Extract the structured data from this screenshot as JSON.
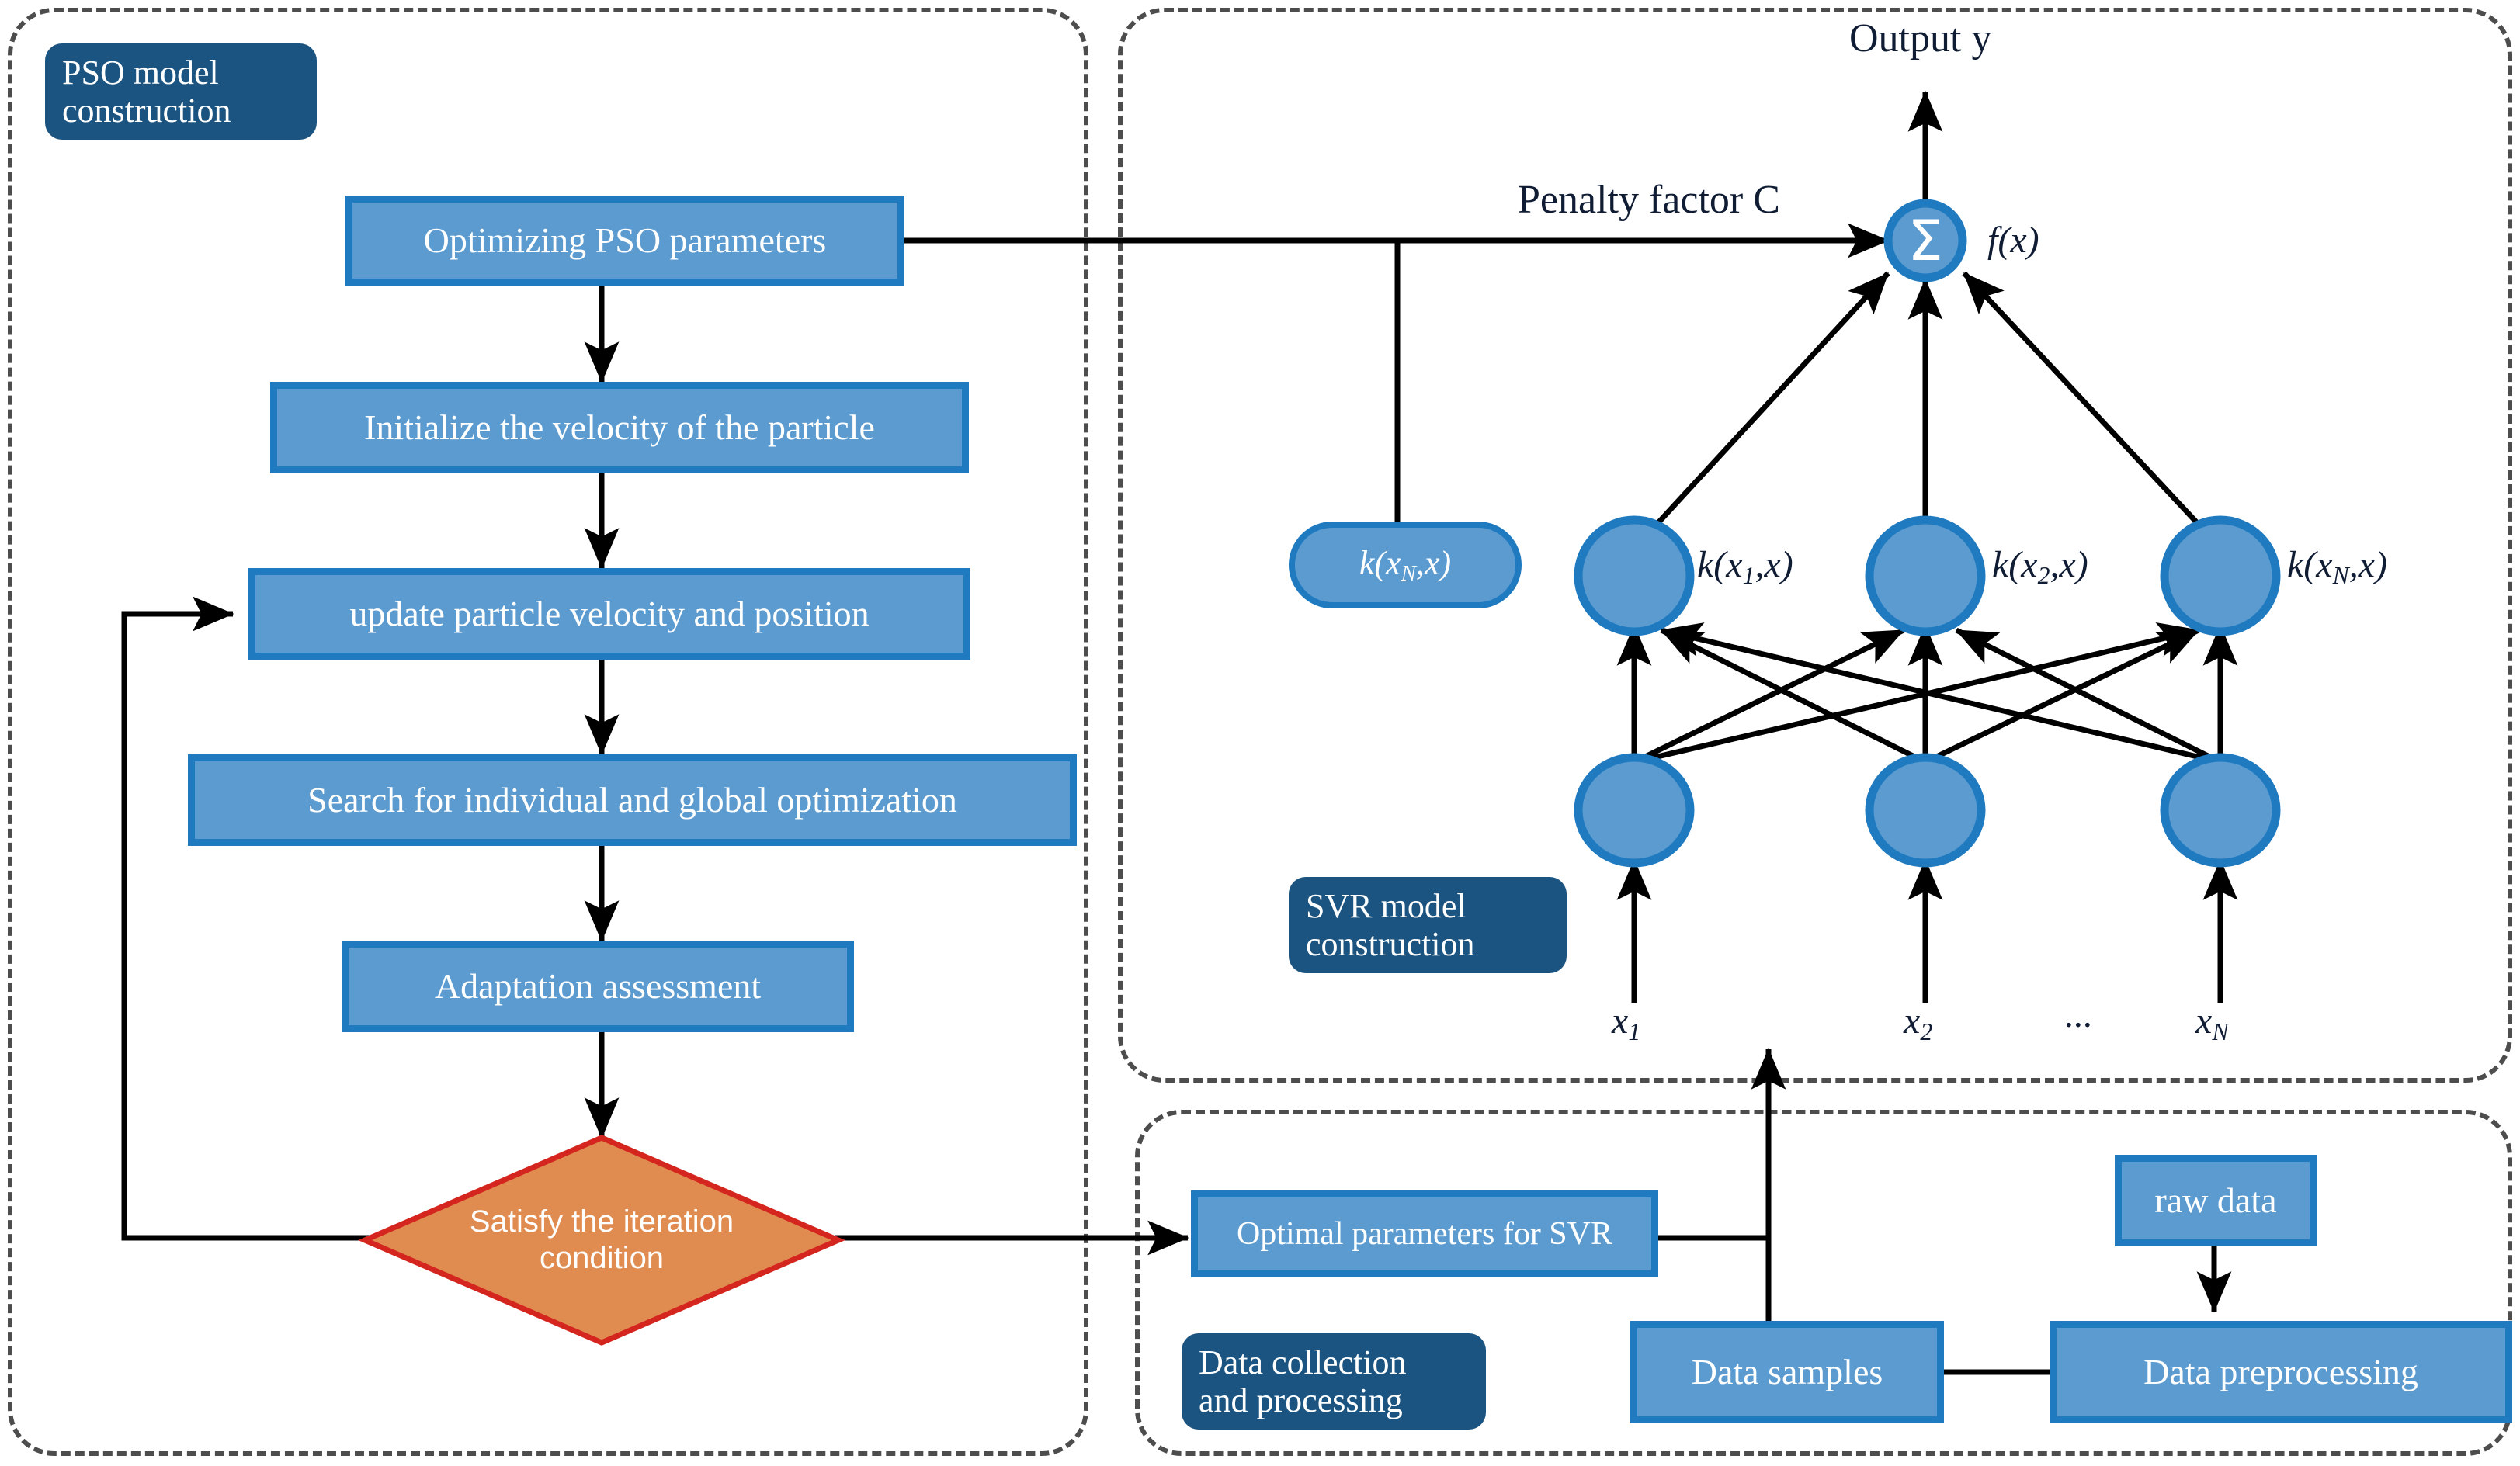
{
  "panels": {
    "pso": {
      "tag": "PSO model\nconstruction"
    },
    "svr": {
      "tag": "SVR model\nconstruction"
    },
    "data": {
      "tag": "Data collection\nand processing"
    }
  },
  "pso_flow": {
    "steps": [
      {
        "label": "Optimizing PSO parameters"
      },
      {
        "label": "Initialize the velocity of the particle"
      },
      {
        "label": "update particle velocity and position"
      },
      {
        "label": "Search for individual and global optimization"
      },
      {
        "label": "Adaptation assessment"
      }
    ],
    "decision": {
      "line1": "Satisfy the iteration",
      "line2": "condition"
    }
  },
  "svr": {
    "output_label": "Output y",
    "penalty_label": "Penalty factor C",
    "sum_symbol": "Σ",
    "fx_label": "f(x)",
    "pill_label": "k(x",
    "pill_sub": "N",
    "pill_tail": ",x)",
    "kernel_labels": [
      {
        "base": "k(x",
        "sub": "1",
        "tail": ",x)"
      },
      {
        "base": "k(x",
        "sub": "2",
        "tail": ",x)"
      },
      {
        "base": "k(x",
        "sub": "N",
        "tail": ",x)"
      }
    ],
    "inputs": [
      {
        "base": "x",
        "sub": "1"
      },
      {
        "base": "x",
        "sub": "2"
      },
      {
        "base": "x",
        "sub": "N"
      }
    ],
    "ellipsis": "..."
  },
  "data_flow": {
    "optimal_params": "Optimal parameters for SVR",
    "raw_data": "raw  data",
    "data_preprocessing": "Data preprocessing",
    "data_samples": "Data samples"
  },
  "colors": {
    "panel_border": "#4d4d4d",
    "tag_fill": "#1b5480",
    "proc_fill": "#5b9bd0",
    "proc_border": "#1f7ac0",
    "node_fill": "#5b9bd0",
    "node_border": "#1f7ac0",
    "diamond_fill": "#e08b4f",
    "diamond_border": "#d4251f",
    "arrow": "#000000",
    "text_on_blue": "#ffffff",
    "label_text": "#0f1c33"
  }
}
